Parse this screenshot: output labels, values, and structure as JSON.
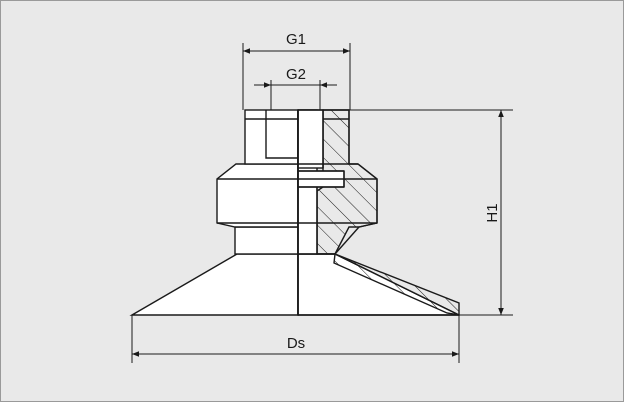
{
  "diagram": {
    "labels": {
      "g1": "G1",
      "g2": "G2",
      "h1": "H1",
      "ds": "Ds"
    },
    "colors": {
      "background": "#e9e9e9",
      "part_fill": "#ffffff",
      "line": "#1a1a1a"
    }
  }
}
